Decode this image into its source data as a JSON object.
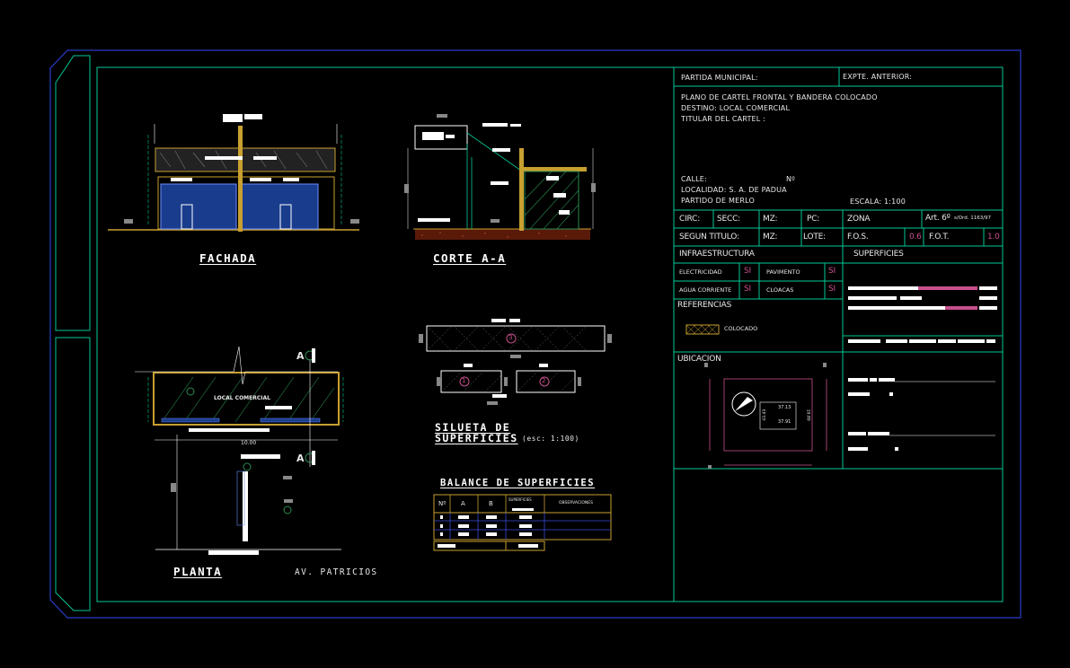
{
  "colors": {
    "background": "#000000",
    "frame_outer": "#2a3cc8",
    "frame_inner": "#00c896",
    "wall": "#c8a030",
    "facade_blue": "#1a3c8c",
    "magenta": "#c8508c",
    "hatch_green": "#2a8c50",
    "text": "#e8e8e8"
  },
  "drawings": {
    "fachada": {
      "title": "FACHADA"
    },
    "corte": {
      "title": "CORTE A-A"
    },
    "planta": {
      "title": "PLANTA",
      "street": "AV. PATRICIOS",
      "room_label": "LOCAL COMERCIAL",
      "section_mark": "A",
      "dimension": "10.00"
    },
    "silueta": {
      "title_line1": "SILUETA DE",
      "title_line2": "SUPERFICIES",
      "scale": "(esc: 1:100)",
      "marks": [
        "3",
        "1",
        "2"
      ]
    },
    "balance": {
      "title": "BALANCE DE SUPERFICIES",
      "headers": [
        "Nº",
        "A",
        "B",
        "SUPERFICIES",
        "OBSERVACIONES"
      ]
    }
  },
  "title_block": {
    "partida": "PARTIDA MUNICIPAL:",
    "expte": "EXPTE. ANTERIOR:",
    "desc_line1": "PLANO DE CARTEL FRONTAL Y BANDERA COLOCADO",
    "desc_line2": "DESTINO: LOCAL COMERCIAL",
    "desc_line3": "TITULAR DEL CARTEL :",
    "calle": "CALLE:",
    "numero": "Nº",
    "localidad": "LOCALIDAD: S. A. DE PADUA",
    "partido": "PARTIDO DE MERLO",
    "escala": "ESCALA: 1:100",
    "row1": {
      "circ": "CIRC:",
      "secc": "SECC:",
      "mz": "MZ:",
      "pc": "PC:",
      "zona": "ZONA",
      "art": "Art. 6º",
      "art_ref": "s/Ord. 1163/97"
    },
    "row2": {
      "segun": "SEGUN TITULO:",
      "mz": "MZ:",
      "lote": "LOTE:",
      "fos": "F.O.S.",
      "fos_val": "0.6",
      "fot": "F.O.T.",
      "fot_val": "1.0"
    },
    "infra": "INFRAESTRUCTURA",
    "superficies": "SUPERFICIES",
    "electricidad": "ELECTRICIDAD",
    "pavimento": "PAVIMENTO",
    "agua": "AGUA CORRIENTE",
    "cloacas": "CLOACAS",
    "si": "SI",
    "referencias": "REFERENCIAS",
    "colocado": "COLOCADO",
    "ubicacion": "UBICACION",
    "map_dims": [
      "37.13",
      "37.91",
      "43.43",
      "19.89"
    ]
  }
}
